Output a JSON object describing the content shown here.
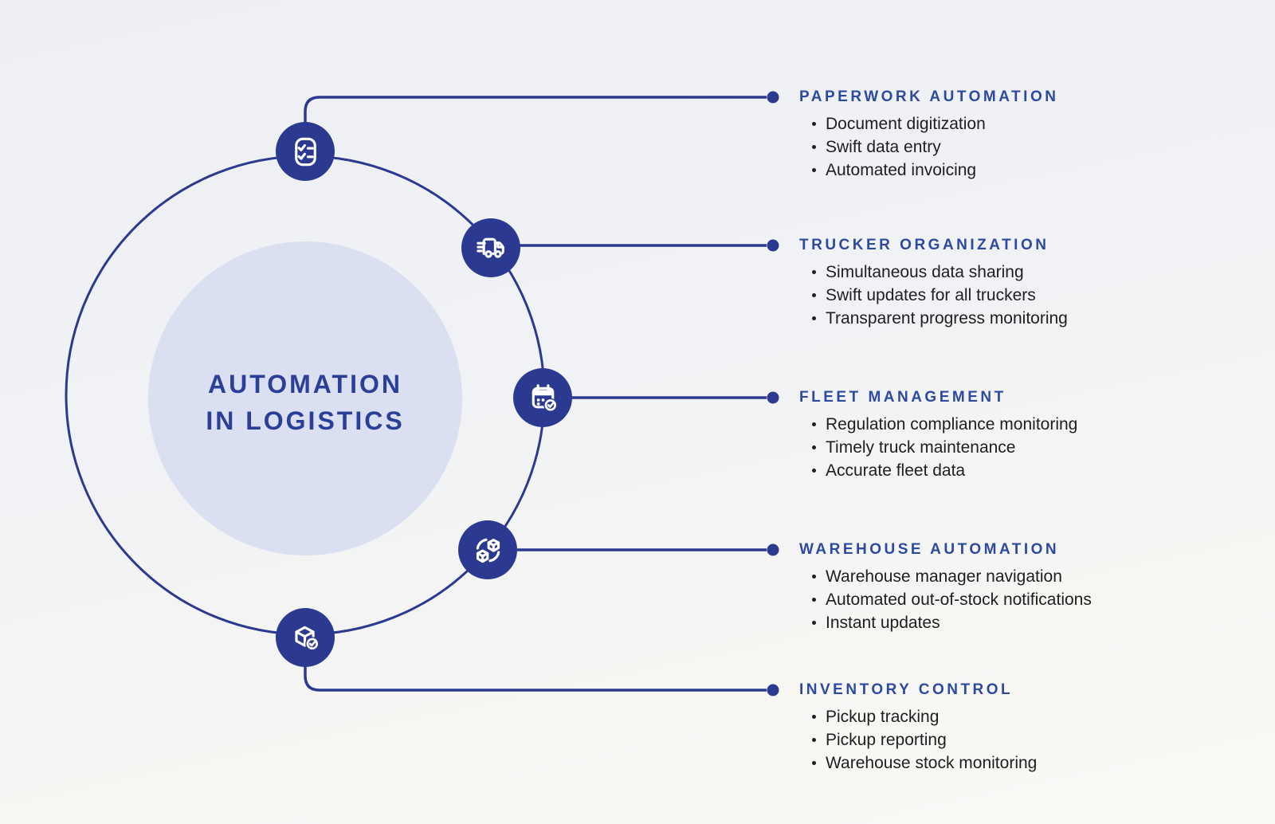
{
  "center": {
    "title_line1": "AUTOMATION",
    "title_line2": "IN LOGISTICS"
  },
  "sections": [
    {
      "title": "PAPERWORK AUTOMATION",
      "icon": "checklist-icon",
      "items": [
        "Document digitization",
        "Swift data entry",
        "Automated invoicing"
      ]
    },
    {
      "title": "TRUCKER ORGANIZATION",
      "icon": "delivery-truck-icon",
      "items": [
        "Simultaneous data sharing",
        "Swift updates for all truckers",
        "Transparent progress monitoring"
      ]
    },
    {
      "title": "FLEET MANAGEMENT",
      "icon": "calendar-check-icon",
      "items": [
        "Regulation compliance monitoring",
        "Timely truck maintenance",
        "Accurate fleet data"
      ]
    },
    {
      "title": "WAREHOUSE AUTOMATION",
      "icon": "cubes-exchange-icon",
      "items": [
        "Warehouse manager navigation",
        "Automated out-of-stock notifications",
        "Instant updates"
      ]
    },
    {
      "title": "INVENTORY CONTROL",
      "icon": "package-check-icon",
      "items": [
        "Pickup tracking",
        "Pickup reporting",
        "Warehouse stock monitoring"
      ]
    }
  ],
  "colors": {
    "accent": "#2b3a90",
    "header": "#2d4aa1",
    "title": "#2b3f98",
    "lavender": "#dadff1",
    "body": "#1e1e20"
  }
}
